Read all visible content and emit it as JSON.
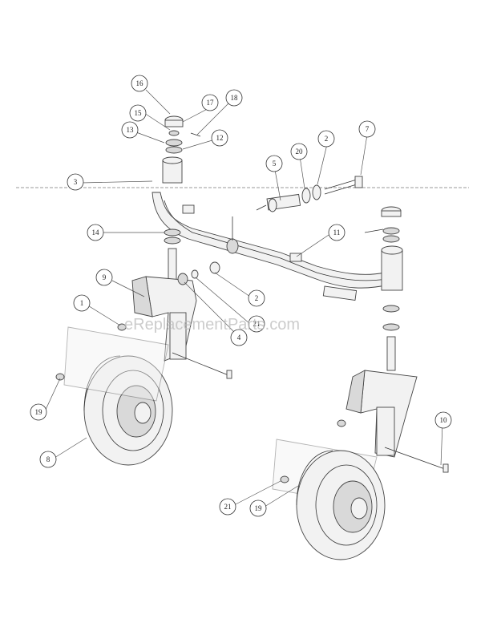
{
  "watermark": "eReplacementParts.com",
  "callouts": [
    "16",
    "17",
    "18",
    "15",
    "13",
    "12",
    "3",
    "5",
    "20",
    "2",
    "7",
    "14",
    "11",
    "9",
    "2",
    "1",
    "21",
    "4",
    "19",
    "8",
    "10",
    "21",
    "19"
  ]
}
